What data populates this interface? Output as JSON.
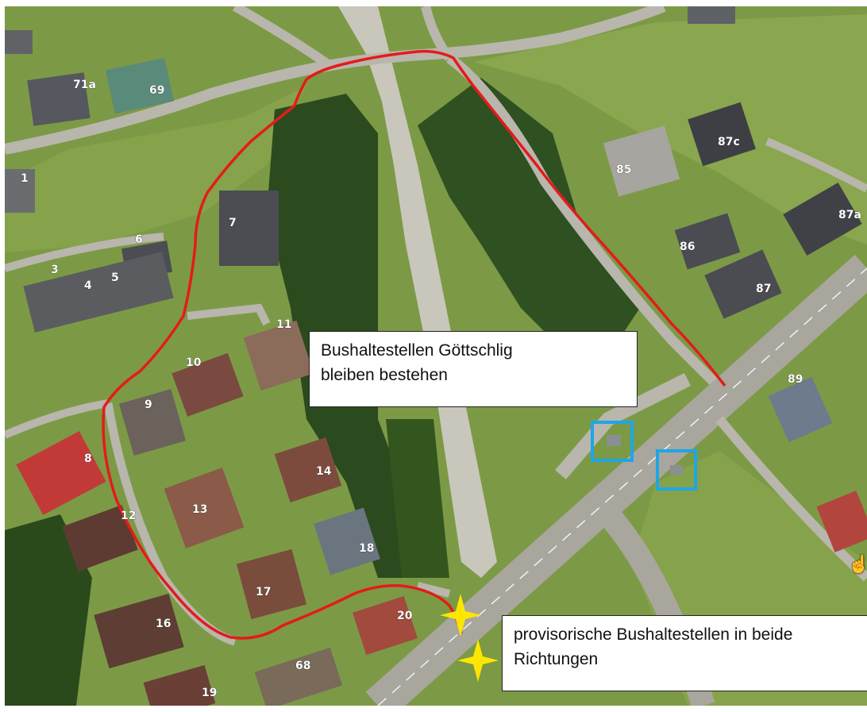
{
  "annotations": {
    "callout_goettschlig": {
      "line1": "Bushaltestellen Göttschlig",
      "line2": "bleiben bestehen"
    },
    "callout_provisorisch": {
      "line1": "provisorische Bushaltestellen in beide",
      "line2": "Richtungen"
    }
  },
  "house_numbers": [
    "71a",
    "69",
    "1",
    "6",
    "7",
    "3",
    "4",
    "5",
    "11",
    "10",
    "9",
    "8",
    "12",
    "13",
    "14",
    "18",
    "17",
    "16",
    "20",
    "68",
    "19",
    "85",
    "87c",
    "86",
    "87a",
    "87",
    "89"
  ],
  "colors": {
    "route": "#e41b1b",
    "bus_stop_marker": "#1ea6e6",
    "star": "#ffe600",
    "river": "#c9c7bb",
    "road": "#b9b6ad",
    "meadow": "#7c9a46",
    "forest": "#2b4a1d"
  },
  "icons": {
    "bus_stop": "square-outline",
    "provisional_stop": "four-point-star",
    "cursor": "hand-pointer-icon"
  }
}
